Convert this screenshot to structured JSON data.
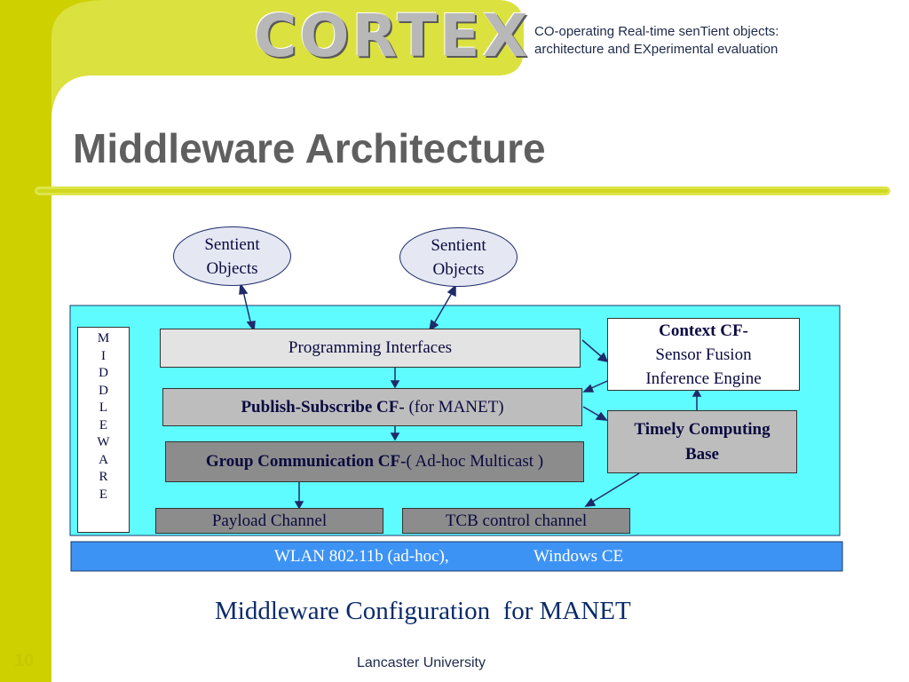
{
  "header": {
    "logo_text": "CORTEX",
    "subtitle_line1": "CO-operating Real-time senTient objects:",
    "subtitle_line2": "architecture and EXperimental evaluation"
  },
  "title": "Middleware Architecture",
  "diagram": {
    "sentient_objects_1": [
      "Sentient",
      "Objects"
    ],
    "sentient_objects_2": [
      "Sentient",
      "Objects"
    ],
    "middleware_vertical": [
      "M",
      "I",
      "D",
      "D",
      "L",
      "E",
      "W",
      "A",
      "R",
      "E"
    ],
    "programming_interfaces": "Programming Interfaces",
    "publish_subscribe_bold": "Publish-Subscribe CF-",
    "publish_subscribe_rest": " (for MANET)",
    "group_comm_bold": "Group Communication CF-",
    "group_comm_rest": "( Ad-hoc Multicast )",
    "context_cf_bold": "Context CF-",
    "context_cf_line2": "Sensor Fusion",
    "context_cf_line3": "Inference Engine",
    "timely_line1": "Timely Computing",
    "timely_line2": "Base",
    "payload_channel": "Payload Channel",
    "tcb_control_channel": "TCB control channel",
    "wlan_text": "WLAN 802.11b (ad-hoc),",
    "windows_text": "Windows CE"
  },
  "caption": "Middleware Configuration  for MANET",
  "page_number": "10",
  "university": "Lancaster University",
  "colors": {
    "accent_yellow": "#cfd000",
    "light_yellow": "#e6ee7a",
    "middleware_bg": "#5ffcff",
    "wlan_bg": "#3d93f4"
  }
}
